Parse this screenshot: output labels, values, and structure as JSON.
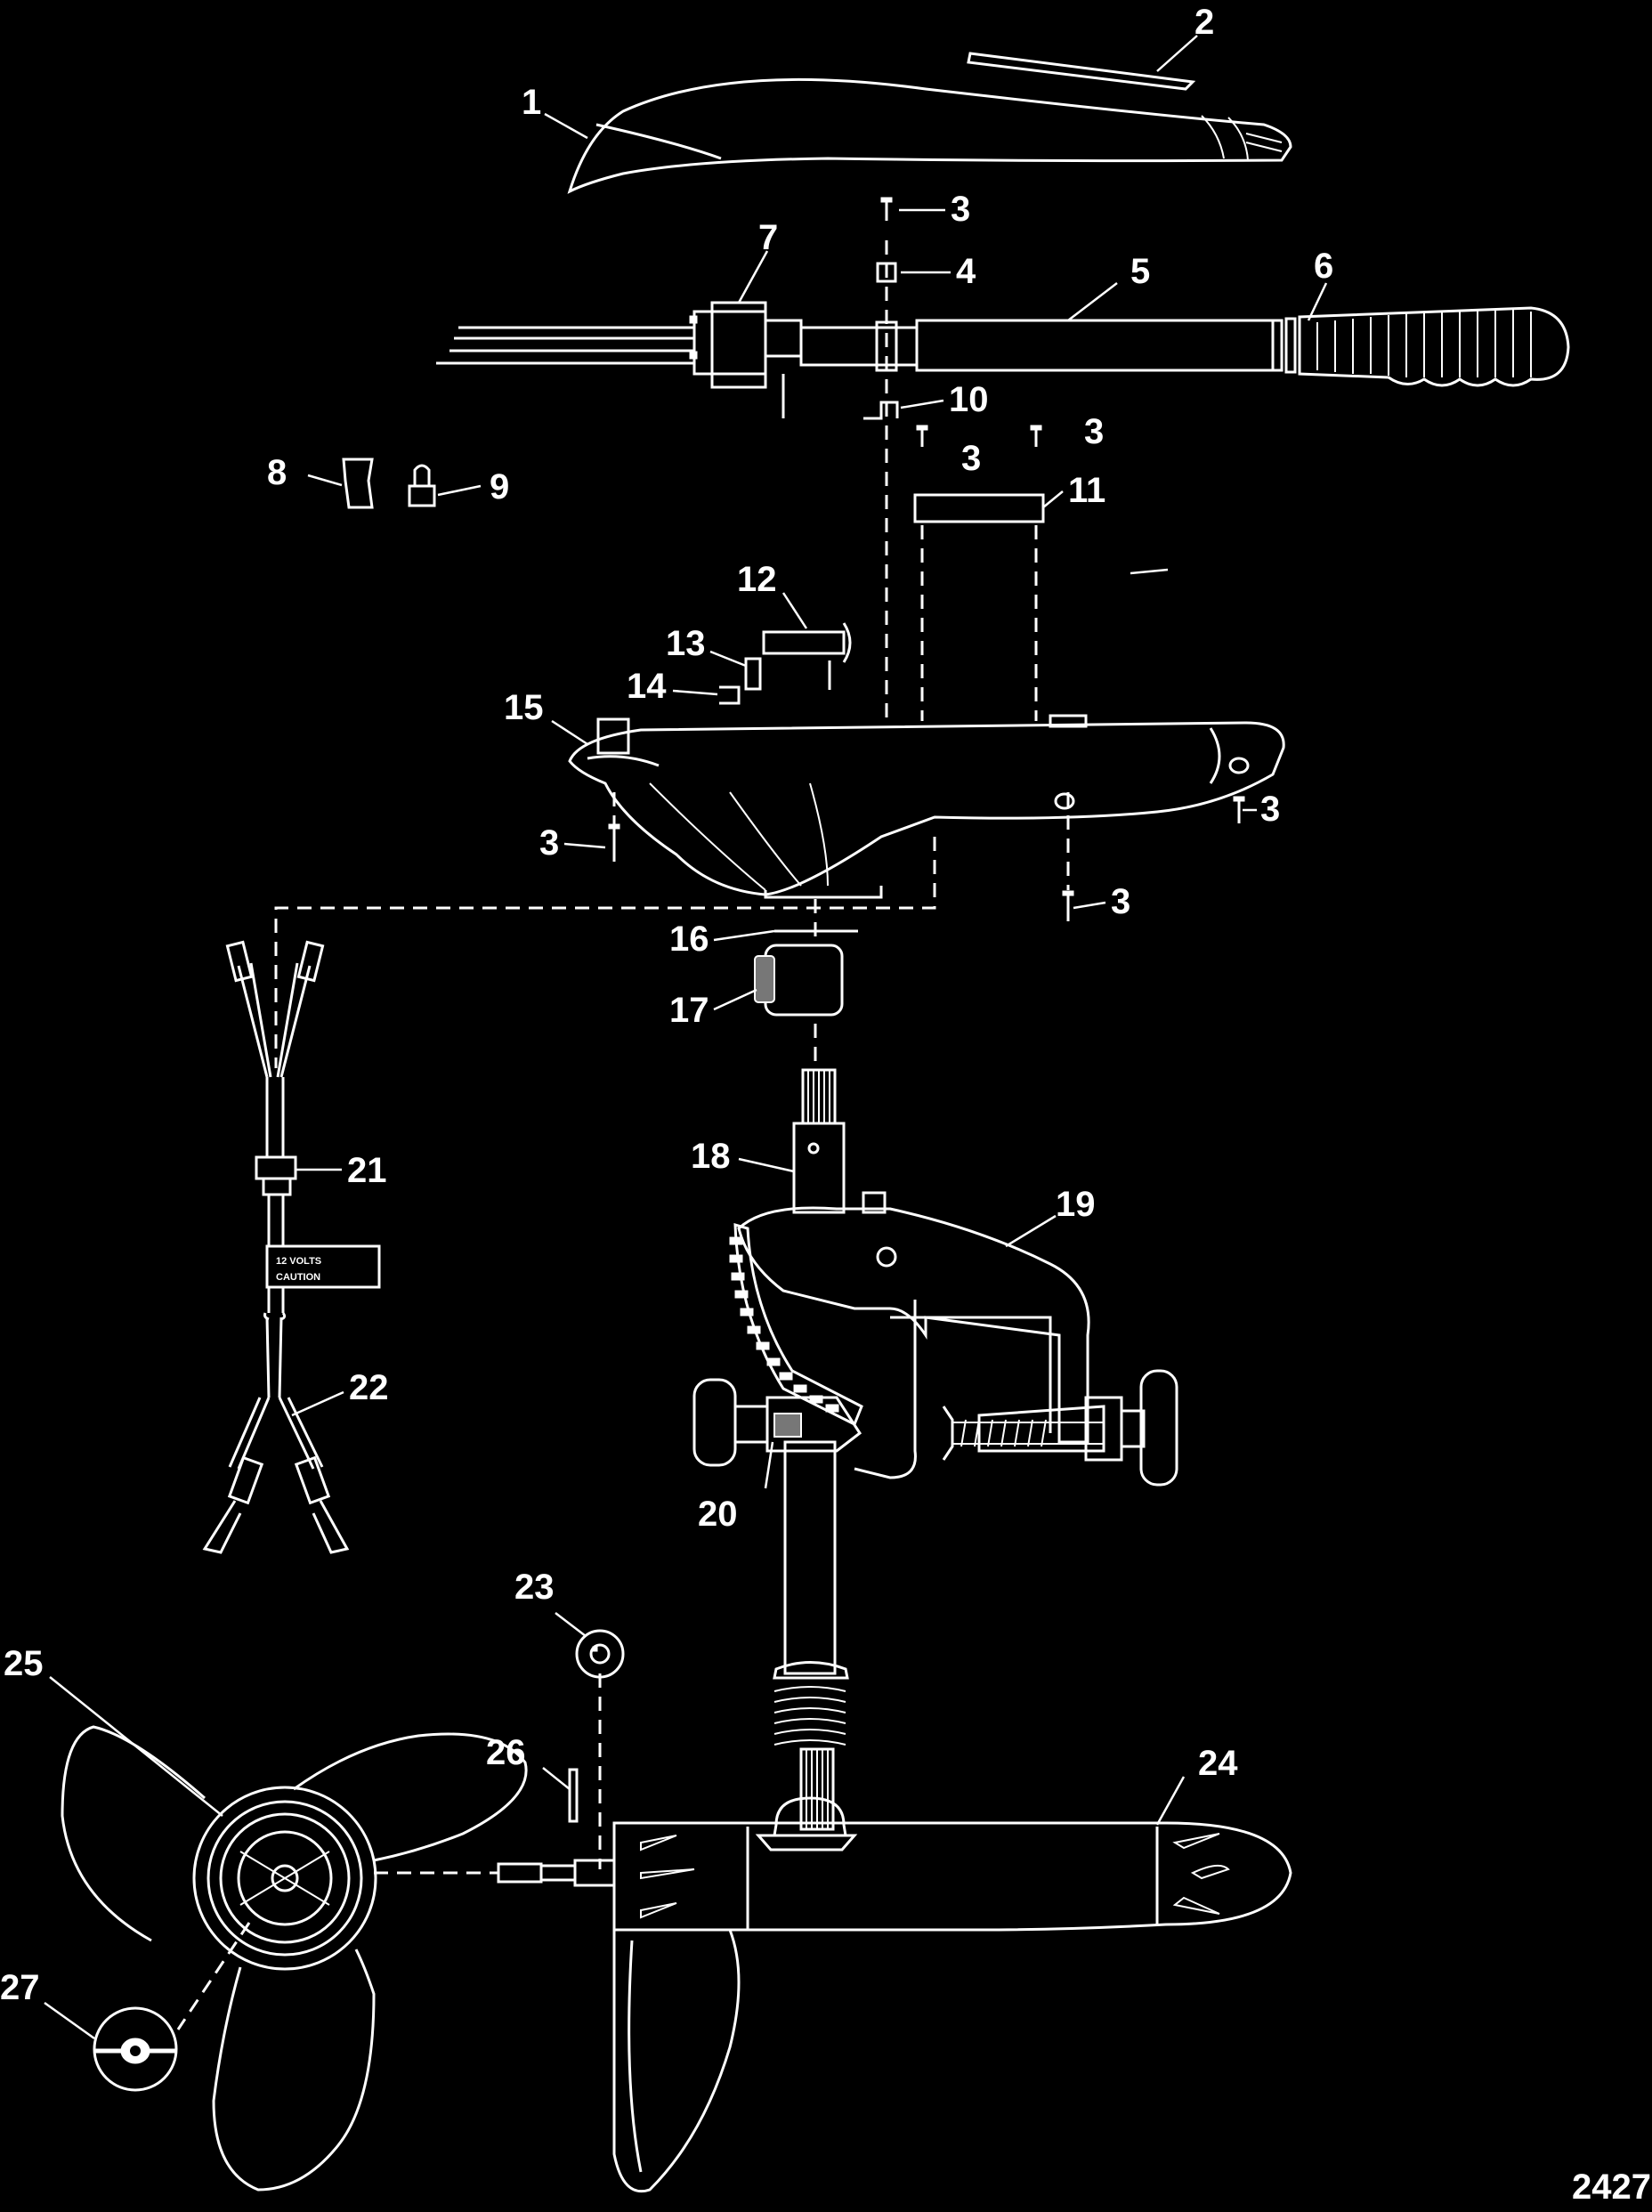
{
  "diagram": {
    "drawing_number": "2427",
    "callouts": [
      "1",
      "2",
      "3",
      "4",
      "5",
      "6",
      "7",
      "8",
      "9",
      "10",
      "11",
      "12",
      "13",
      "14",
      "15",
      "16",
      "17",
      "18",
      "19",
      "20",
      "21",
      "22",
      "23",
      "24",
      "25",
      "26",
      "27"
    ],
    "cable_label": [
      "12 VOLTS",
      "CAUTION"
    ]
  }
}
